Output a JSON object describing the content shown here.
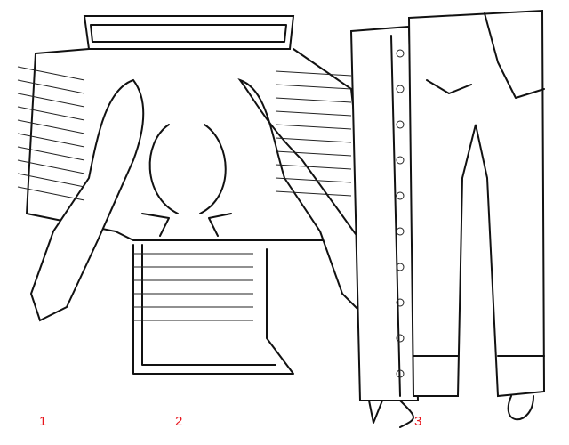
{
  "figure_labels": [
    "1",
    "2",
    "3"
  ],
  "colors": {
    "label": "#e8141c",
    "ink": "#111111"
  }
}
